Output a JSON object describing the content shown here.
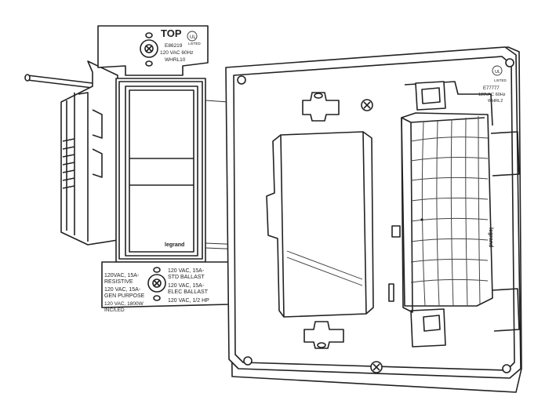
{
  "switch": {
    "top_label": "TOP",
    "top_plate_code": "E86219",
    "top_plate_spec": "120 VAC 60Hz",
    "top_plate_model": "WHRL10",
    "top_plate_listed": "LISTED",
    "brand": "legrand"
  },
  "ratings_left": [
    "120VAC, 15A-",
    "RESISTIVE",
    "120 VAC, 15A-",
    "GEN PURPOSE",
    "120 VAC, 1800W",
    "INC/LED"
  ],
  "ratings_right": [
    "120 VAC, 15A-",
    "STD BALLAST",
    "120 VAC, 15A-",
    "ELEC BALLAST",
    "120 VAC, 1/2 HP"
  ],
  "wallplate": {
    "listed": "LISTED",
    "code": "E77777",
    "spec": "120VAC 60Hz",
    "model": "WHRL2",
    "brand": "legrand"
  }
}
